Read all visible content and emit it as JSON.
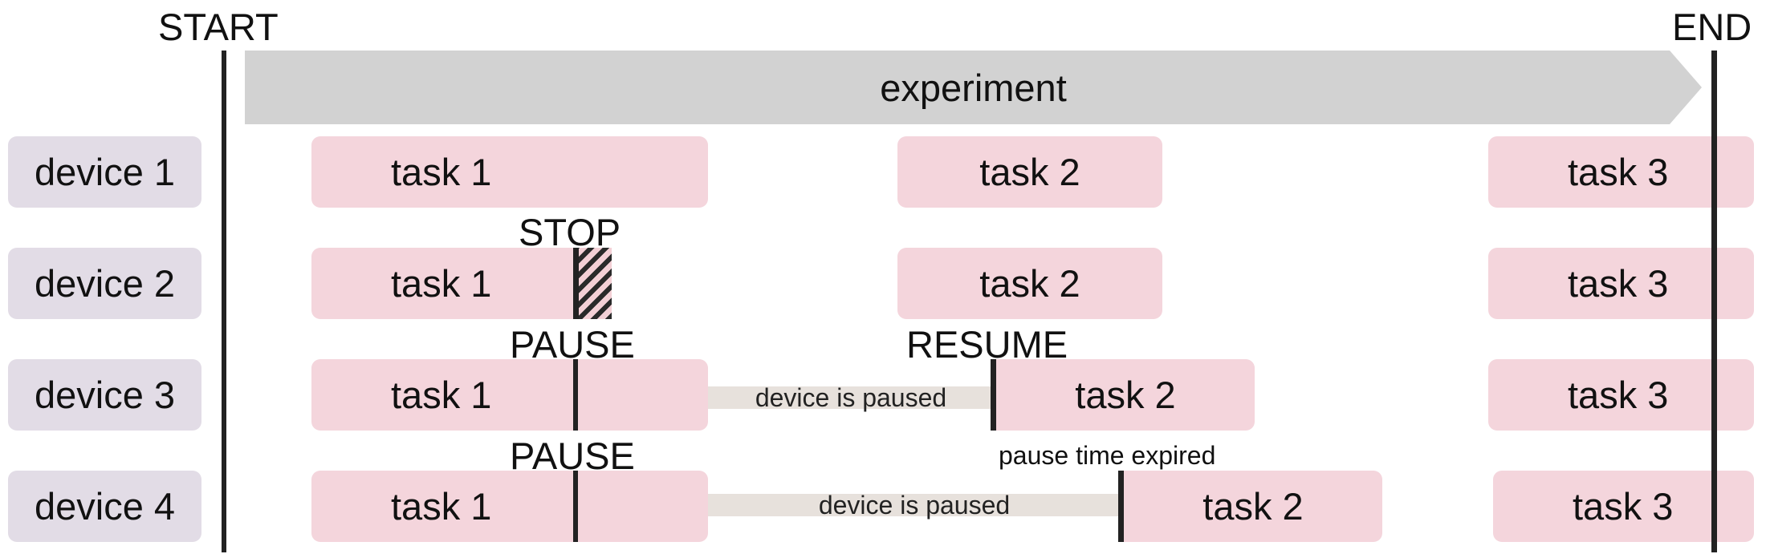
{
  "header": {
    "start_label": "START",
    "end_label": "END",
    "experiment_label": "experiment"
  },
  "devices": [
    "device 1",
    "device 2",
    "device 3",
    "device 4"
  ],
  "tasks": {
    "d1": [
      "task 1",
      "task 2",
      "task 3"
    ],
    "d2": [
      "task 1",
      "task 2",
      "task 3"
    ],
    "d3": [
      "task 1",
      "task 2",
      "task 3"
    ],
    "d4": [
      "task 1",
      "task 2",
      "task 3"
    ]
  },
  "markers": {
    "stop": "STOP",
    "pause_d3": "PAUSE",
    "resume_d3": "RESUME",
    "pause_d4": "PAUSE"
  },
  "notes": {
    "paused_d3": "device is paused",
    "paused_d4": "device is paused",
    "pause_expired": "pause time expired"
  },
  "colors": {
    "device_box": "#e2dce6",
    "task_box": "#f4d5dc",
    "experiment_arrow": "#d2d2d2",
    "paused_bar": "#e7e1dc",
    "timeline_line": "#222222"
  }
}
